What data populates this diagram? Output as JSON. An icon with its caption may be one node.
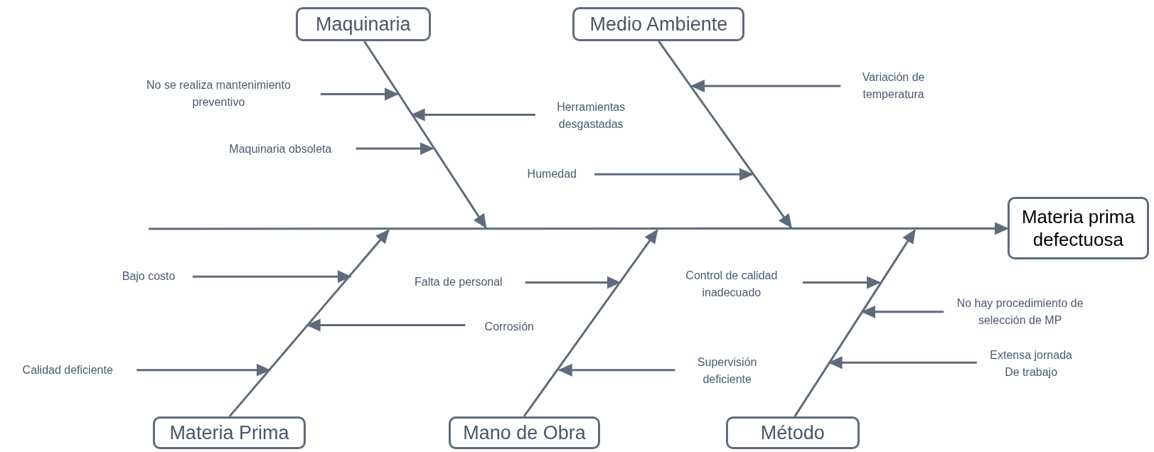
{
  "diagram": {
    "nodes": [
      {
        "text": [
          "Maquinaria"
        ]
      },
      {
        "text": [
          "Medio Ambiente"
        ]
      },
      {
        "text": [
          "Materia prima defectuosa"
        ]
      },
      {
        "text": [
          "Materia Prima"
        ]
      },
      {
        "text": [
          "Mano de Obra"
        ]
      },
      {
        "text": [
          "Método"
        ]
      },
      {
        "text": [
          "No se realiza mantenimiento preventivo"
        ]
      },
      {
        "text": [
          "Herramientas desgastadas"
        ]
      },
      {
        "text": [
          "Maquinaria obsoleta"
        ]
      },
      {
        "text": [
          "Variación de temperatura"
        ]
      },
      {
        "text": [
          "Humedad"
        ]
      },
      {
        "text": [
          "Bajo costo"
        ]
      },
      {
        "text": [
          "Corrosión"
        ]
      },
      {
        "text": [
          "Calidad deficiente"
        ]
      },
      {
        "text": [
          "Falta de personal"
        ]
      },
      {
        "text": [
          "Supervisión deficiente"
        ]
      },
      {
        "text": [
          "Control de calidad inadecuado"
        ]
      },
      {
        "text": [
          "No hay procedimiento de selección de MP"
        ]
      },
      {
        "text": [
          "Extensa jornada De trabajo"
        ]
      }
    ],
    "edges": [
      {
        "from": null,
        "to": 2,
        "arrow": "to"
      },
      {
        "from": 0,
        "to": null,
        "arrow": "to"
      },
      {
        "from": 1,
        "to": null,
        "arrow": "to"
      },
      {
        "from": 3,
        "to": null,
        "arrow": "to"
      },
      {
        "from": 4,
        "to": null,
        "arrow": "to"
      },
      {
        "from": 5,
        "to": null,
        "arrow": "to"
      },
      {
        "from": 6,
        "to": null,
        "arrow": "to"
      },
      {
        "from": 7,
        "to": null,
        "arrow": "to"
      },
      {
        "from": 8,
        "to": null,
        "arrow": "to"
      },
      {
        "from": 9,
        "to": null,
        "arrow": "to"
      },
      {
        "from": 10,
        "to": null,
        "arrow": "to"
      },
      {
        "from": 11,
        "to": null,
        "arrow": "to"
      },
      {
        "from": 12,
        "to": null,
        "arrow": "to"
      },
      {
        "from": 13,
        "to": null,
        "arrow": "to"
      },
      {
        "from": 14,
        "to": null,
        "arrow": "to"
      },
      {
        "from": 15,
        "to": null,
        "arrow": "to"
      },
      {
        "from": 16,
        "to": null,
        "arrow": "to"
      },
      {
        "from": 17,
        "to": null,
        "arrow": "to"
      },
      {
        "from": 18,
        "to": null,
        "arrow": "to"
      }
    ]
  }
}
